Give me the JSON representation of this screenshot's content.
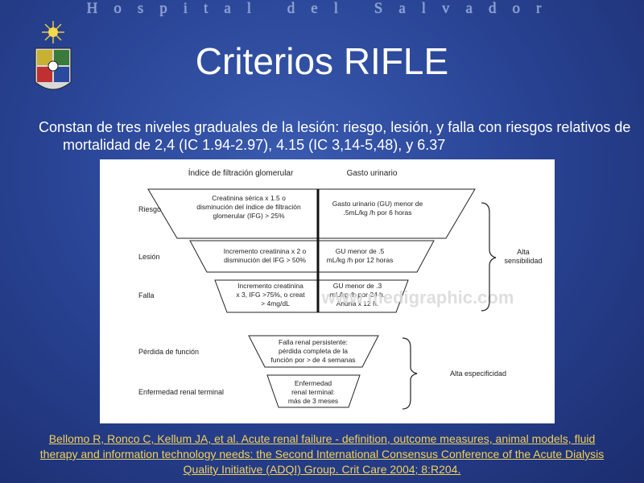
{
  "header": {
    "banner": "Hospital del Salvador"
  },
  "slide": {
    "title": "Criterios RIFLE",
    "intro": "Constan de tres niveles graduales de la lesión: riesgo, lesión, y falla con riesgos relativos de mortalidad de 2,4 (IC 1.94-2.97), 4.15 (IC 3,14-5,48), y 6.37"
  },
  "figure": {
    "col_gfr": "Índice de filtración glomerular",
    "col_uo": "Gasto urinario",
    "rows": [
      {
        "label": "Riesgo",
        "gfr": [
          "Creatinina sérica x 1.5 o",
          "disminución del índice de filtración",
          "glomerular (IFG) > 25%"
        ],
        "uo": [
          "Gasto urinario (GU) menor de",
          ".5mL/kg /h por 6 horas"
        ]
      },
      {
        "label": "Lesión",
        "gfr": [
          "Incremento creatinina x 2 o",
          "disminución del IFG > 50%"
        ],
        "uo": [
          "GU menor de .5",
          "mL/kg /h por 12 horas"
        ]
      },
      {
        "label": "Falla",
        "gfr": [
          "Incremento creatinina",
          "x 3, IFG >75%, o creat",
          "> 4mg/dL"
        ],
        "uo": [
          "GU menor de .3",
          "mL/kg /h por 24 h.",
          "Anuria x 12 h."
        ]
      }
    ],
    "outcomes": [
      {
        "label": "Pérdida de función",
        "text": [
          "Falla renal persistente:",
          "pérdida completa de la",
          "función por > de 4 semanas"
        ]
      },
      {
        "label": "Enfermedad renal  terminal",
        "text": [
          "Enfermedad",
          "renal terminal:",
          "más de 3 meses"
        ]
      }
    ],
    "sensitivity": [
      "Alta",
      "sensibilidad"
    ],
    "specificity": "Alta especificidad",
    "watermark": "www.medigraphic.com"
  },
  "citation": {
    "lines": [
      "Bellomo R, Ronco C, Kellum JA, et al. Acute renal failure - definition, outcome measures, animal models, fluid",
      "therapy and information technology needs: the Second International Consensus Conference of the Acute Dialysis",
      "Quality Initiative (ADQI) Group. Crit Care 2004; 8:R204."
    ]
  }
}
